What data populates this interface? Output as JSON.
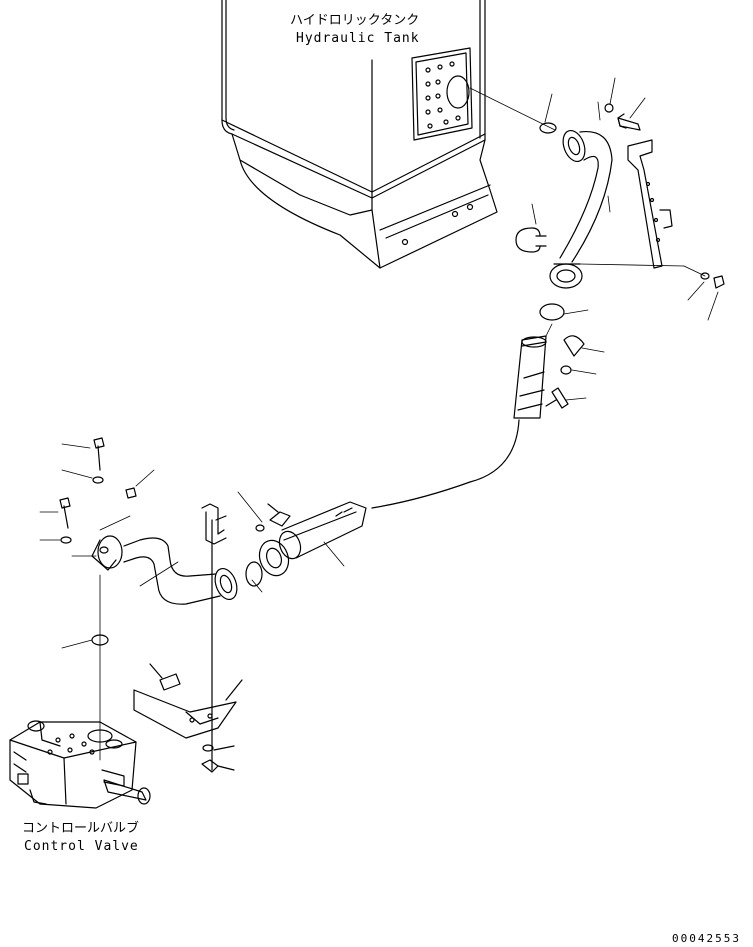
{
  "tank_label": {
    "jp": "ハイドロリックタンク",
    "en": "Hydraulic Tank"
  },
  "valve_label": {
    "jp": "コントロールバルブ",
    "en": "Control Valve"
  },
  "doc_number": "00042553"
}
